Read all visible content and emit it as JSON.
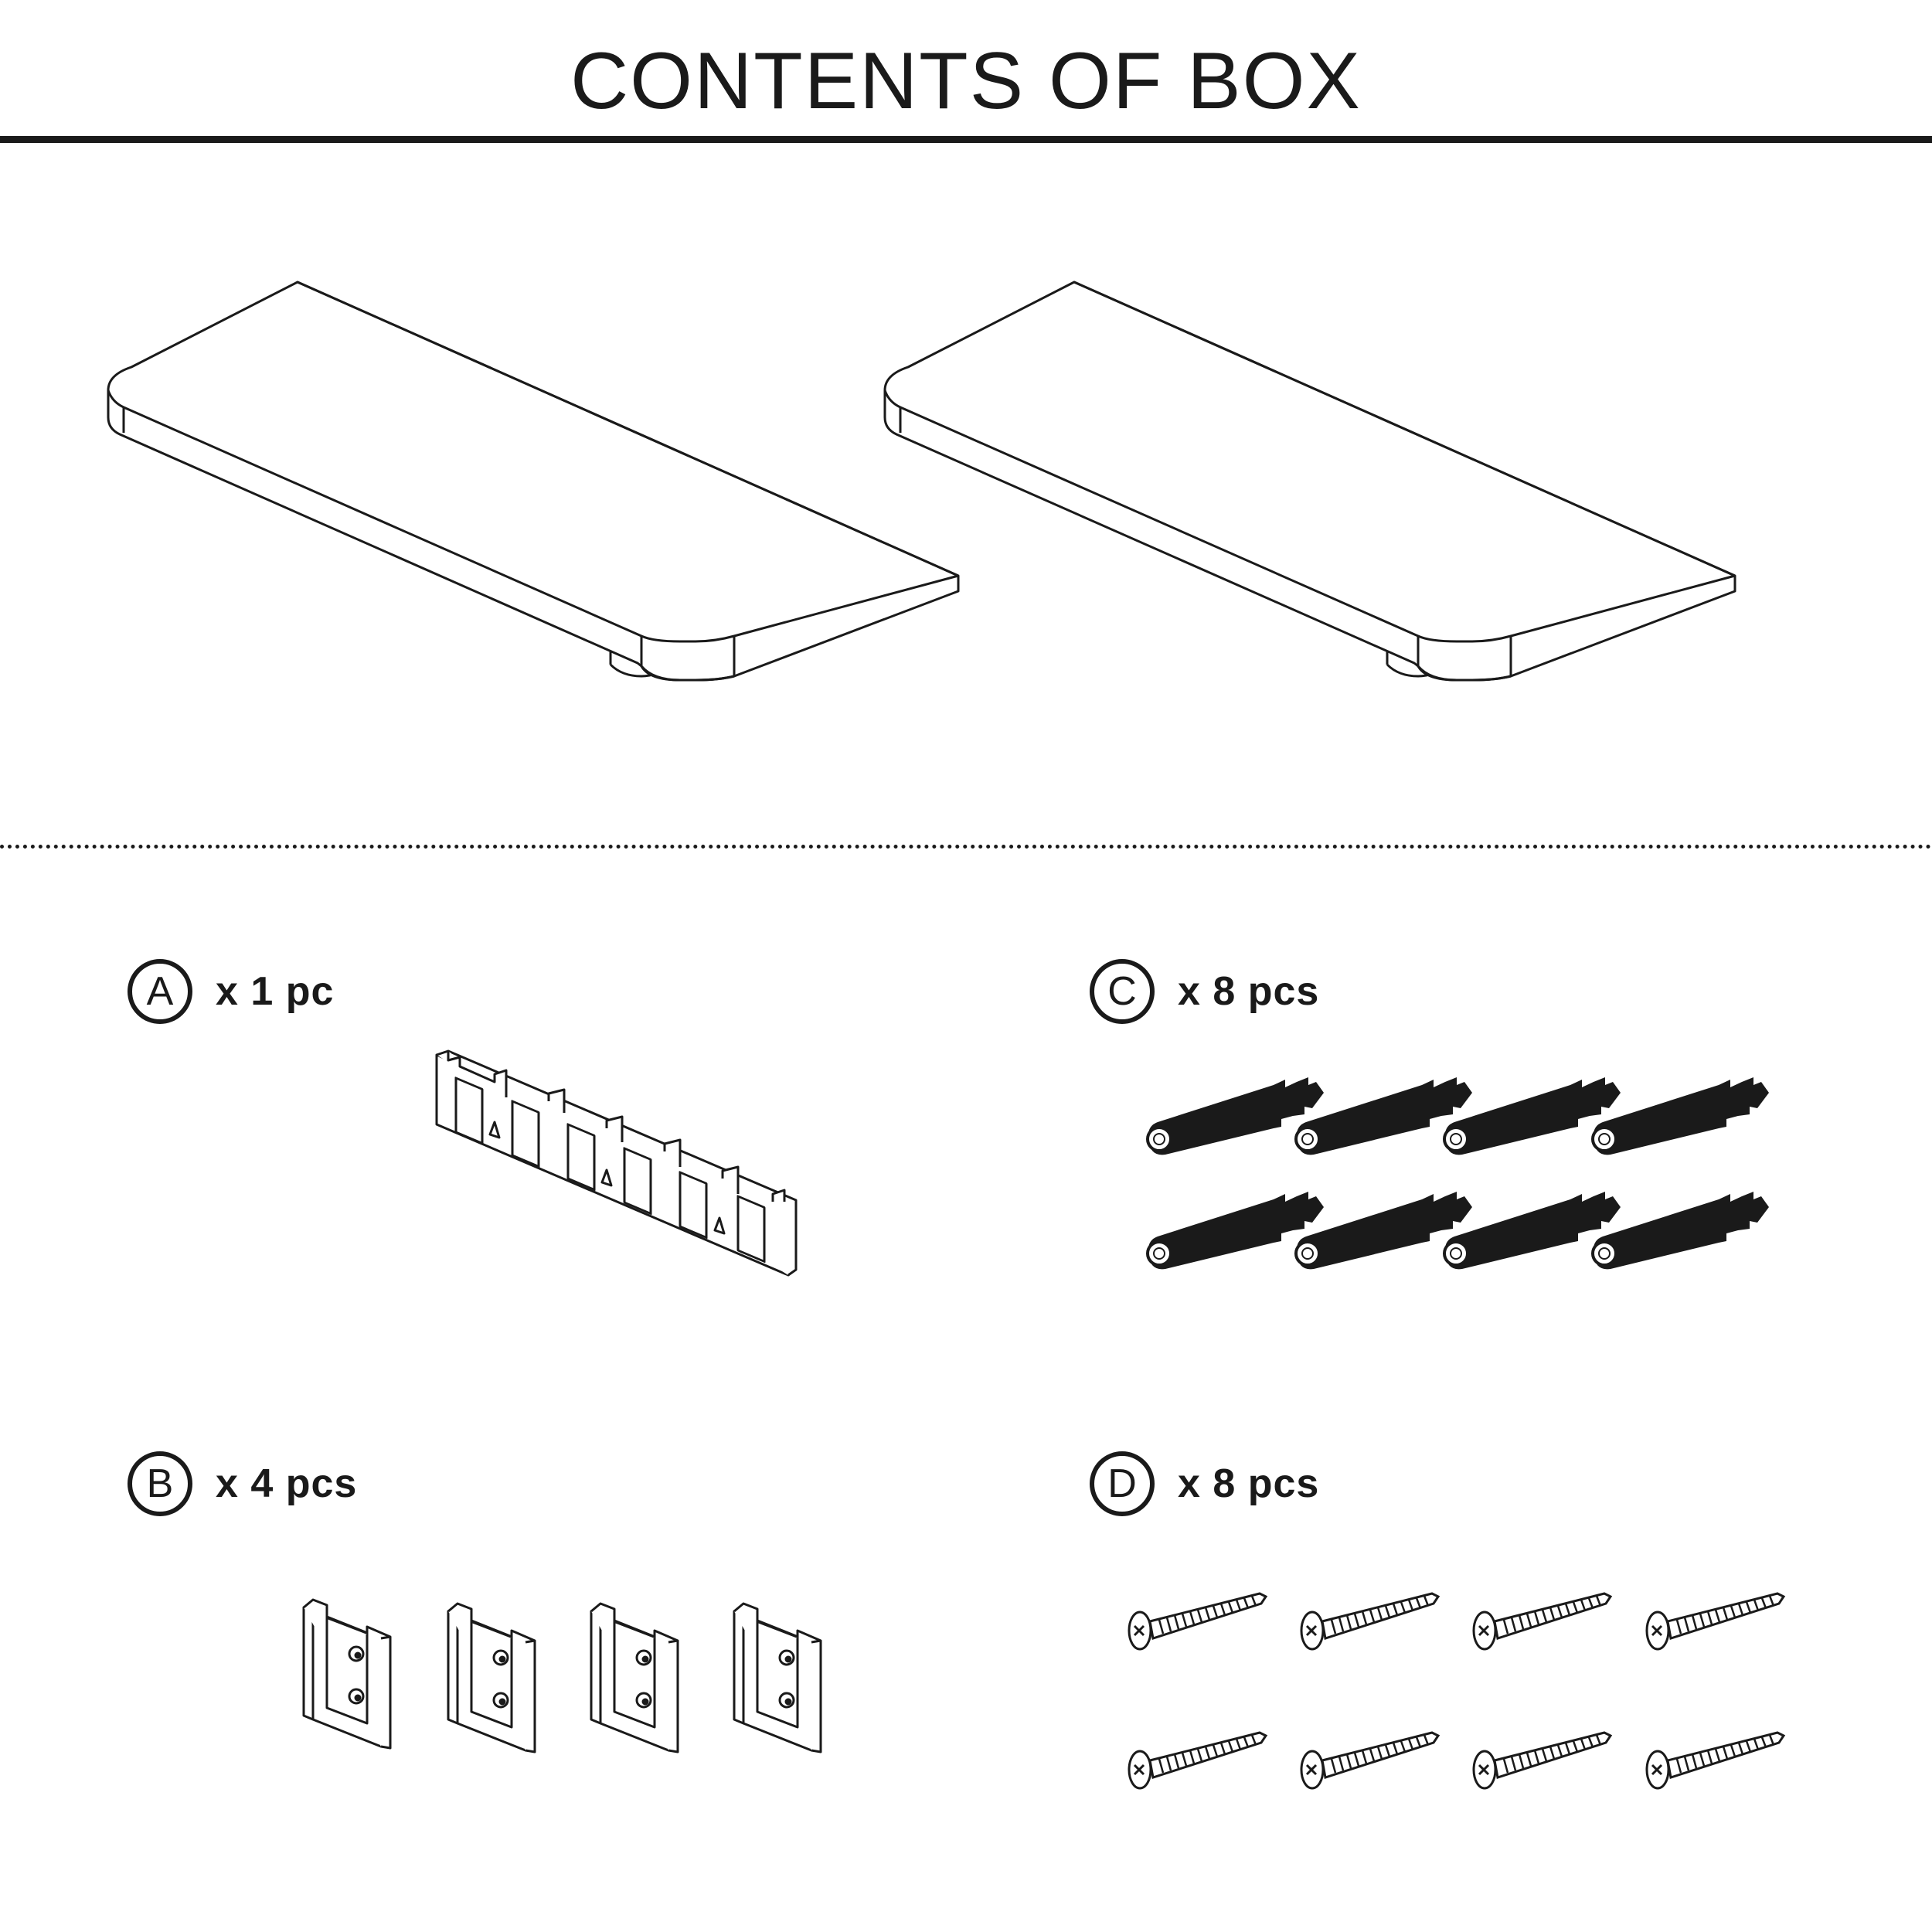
{
  "header": {
    "title": "CONTENTS OF BOX"
  },
  "parts": [
    {
      "letter": "A",
      "quantity": "x 1 pc"
    },
    {
      "letter": "B",
      "quantity": "x 4 pcs"
    },
    {
      "letter": "C",
      "quantity": "x 8 pcs"
    },
    {
      "letter": "D",
      "quantity": "x 8 pcs"
    }
  ],
  "icons": {
    "shelves": "shelf-board-icon",
    "A": "wall-rail-icon",
    "B": "mounting-bracket-icon",
    "C": "wall-plug-icon",
    "D": "screw-icon"
  }
}
